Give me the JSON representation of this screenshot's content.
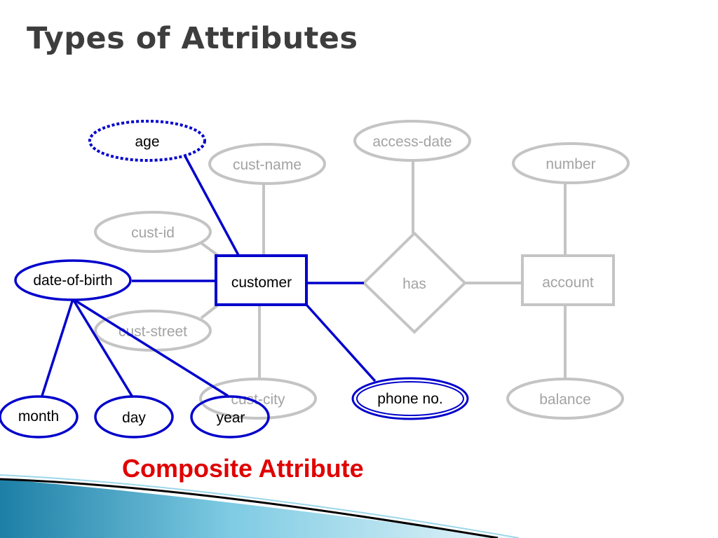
{
  "slide": {
    "title": "Types of Attributes",
    "caption": "Composite Attribute"
  },
  "colors": {
    "title": "#3d3d3d",
    "highlight": "#0000cc",
    "faded": "#c4c4c4",
    "faded_text": "#a3a3a3",
    "caption": "#e00000",
    "swoosh_light": "#7ecbe3",
    "swoosh_dark": "#1d7fa6"
  },
  "diagram": {
    "entities": {
      "customer": "customer",
      "account": "account"
    },
    "relationship": "has",
    "attributes": {
      "age": "age",
      "access_date": "access-date",
      "cust_name": "cust-name",
      "number": "number",
      "cust_id": "cust-id",
      "date_of_birth": "date-of-birth",
      "cust_street": "cust-street",
      "cust_city": "cust-city",
      "phone": "phone no.",
      "balance": "balance",
      "month": "month",
      "day": "day",
      "year": "year"
    }
  }
}
